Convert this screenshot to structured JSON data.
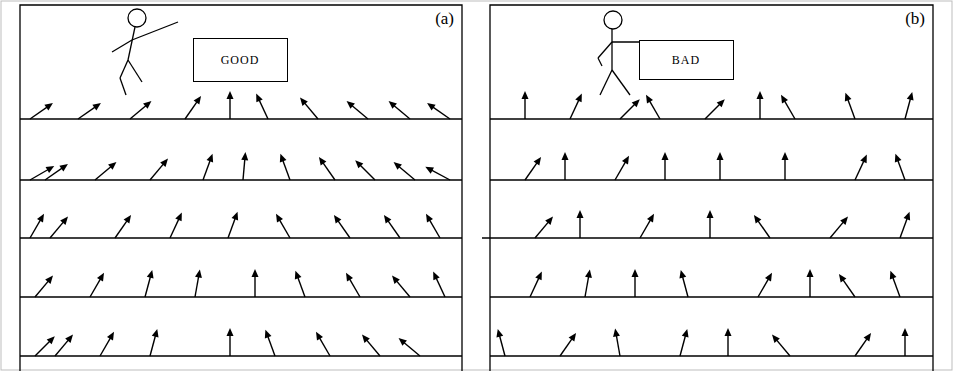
{
  "diagram": {
    "nodes": [
      {
        "text": [
          "GOOD"
        ]
      },
      {
        "text": [
          "BAD"
        ]
      }
    ],
    "labels": [
      "(a)",
      "(b)"
    ]
  }
}
